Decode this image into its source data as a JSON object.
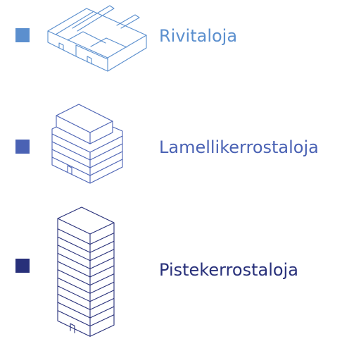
{
  "legend": {
    "items": [
      {
        "label": "Rivitaloja",
        "color": "#5b8fce",
        "icon": "row-house-icon"
      },
      {
        "label": "Lamellikerrostaloja",
        "color": "#4a62b4",
        "icon": "slab-block-icon"
      },
      {
        "label": "Pistekerrostaloja",
        "color": "#28307a",
        "icon": "point-block-icon"
      }
    ]
  }
}
